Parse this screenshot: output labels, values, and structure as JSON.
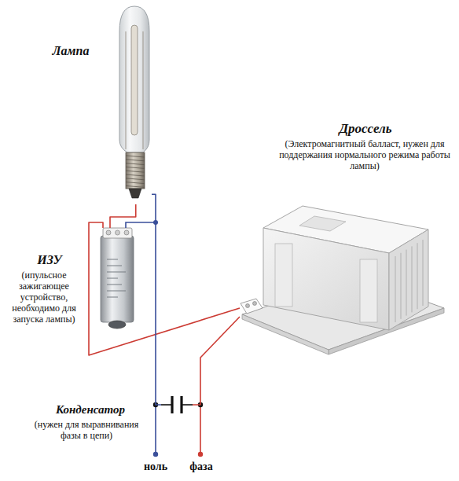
{
  "diagram": {
    "nodes": [
      {
        "text": [
          "Лампа"
        ]
      },
      {
        "text": [
          "ИЗУ",
          "(ипульсное зажигающее устройство, необходимо для запуска лампы)"
        ]
      },
      {
        "text": [
          "Дроссель",
          "(Электромагнитный балласт, нужен для поддержания нормального режима работы лампы)"
        ]
      },
      {
        "text": [
          "Конденсатор",
          "(нужен для выравнивания фазы в цепи)"
        ]
      }
    ],
    "edges": [
      {
        "from": 0,
        "to": 1,
        "arrow": "none"
      },
      {
        "from": 1,
        "to": 2,
        "arrow": "none"
      },
      {
        "from": 2,
        "to": 3,
        "arrow": "none"
      },
      {
        "from": 0,
        "to": 3,
        "arrow": "none"
      }
    ],
    "labels": [
      "ноль",
      "фаза"
    ]
  }
}
